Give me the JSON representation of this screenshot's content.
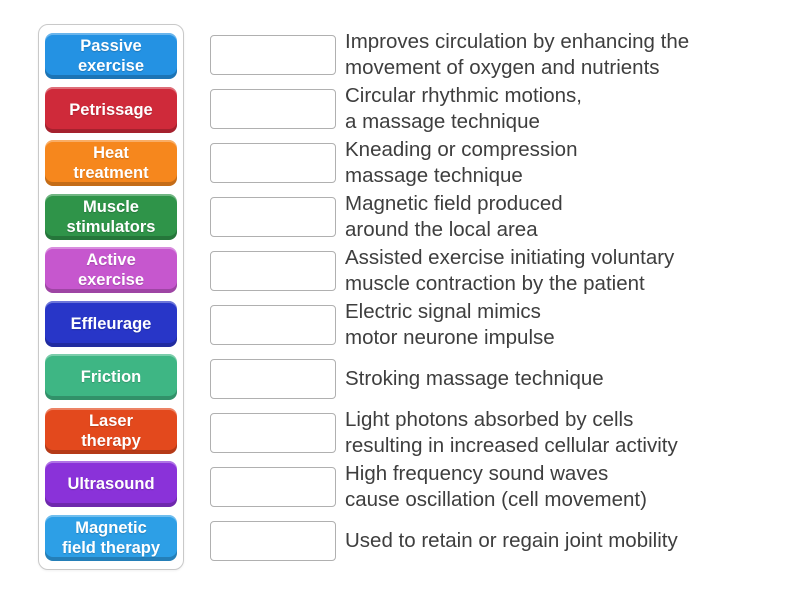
{
  "activity": {
    "type_label": "match-up",
    "panel_border_color": "#c9c9c9",
    "dropzone_border_color": "#b0b0b0",
    "definition_text_color": "#3e3e3e"
  },
  "terms": [
    {
      "label": "Passive\nexercise",
      "color": "#2492e3"
    },
    {
      "label": "Petrissage",
      "color": "#cf2a3a"
    },
    {
      "label": "Heat\ntreatment",
      "color": "#f6871d"
    },
    {
      "label": "Muscle\nstimulators",
      "color": "#2f9449"
    },
    {
      "label": "Active\nexercise",
      "color": "#c657ce"
    },
    {
      "label": "Effleurage",
      "color": "#2836c8"
    },
    {
      "label": "Friction",
      "color": "#3eb684"
    },
    {
      "label": "Laser\ntherapy",
      "color": "#e3491d"
    },
    {
      "label": "Ultrasound",
      "color": "#8a32d9"
    },
    {
      "label": "Magnetic\nfield therapy",
      "color": "#2d9fe6"
    }
  ],
  "definitions": [
    "Improves circulation by enhancing the\nmovement of oxygen and nutrients",
    "Circular rhythmic motions,\na massage technique",
    "Kneading or compression\nmassage technique",
    "Magnetic field produced\naround the local area",
    "Assisted exercise initiating voluntary\nmuscle contraction by the patient",
    "Electric signal mimics\nmotor neurone impulse",
    "Stroking massage technique",
    "Light photons absorbed by cells\nresulting in increased cellular activity",
    "High frequency sound waves\ncause oscillation (cell movement)",
    "Used to retain or regain joint mobility"
  ]
}
